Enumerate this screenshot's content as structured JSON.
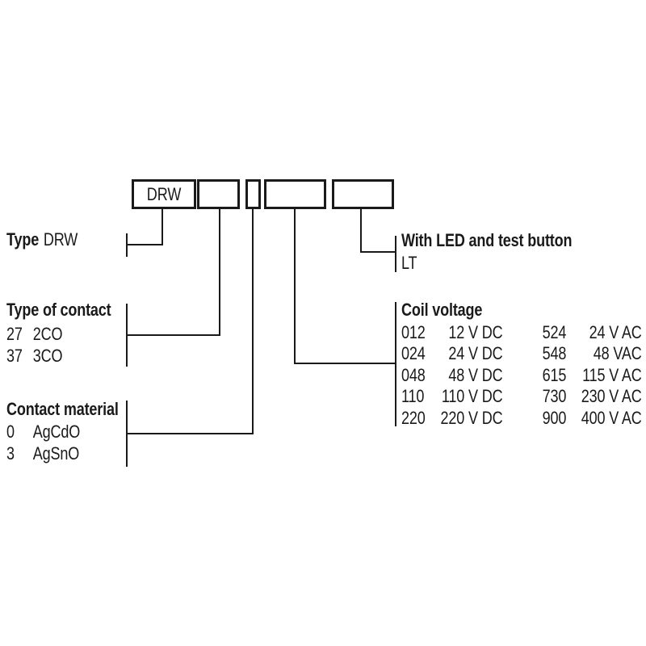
{
  "colors": {
    "ink": "#1a1a1a",
    "background": "#ffffff"
  },
  "boxes": {
    "type_box": "DRW",
    "contact_box": "",
    "material_box": "",
    "voltage_box": "",
    "led_box": ""
  },
  "type_section": {
    "heading": "Type",
    "value": "DRW"
  },
  "contact_section": {
    "heading": "Type of contact",
    "options": [
      {
        "code": "27",
        "label": "2CO"
      },
      {
        "code": "37",
        "label": "3CO"
      }
    ]
  },
  "material_section": {
    "heading": "Contact material",
    "options": [
      {
        "code": "0",
        "label": "AgCdO"
      },
      {
        "code": "3",
        "label": "AgSnO"
      }
    ]
  },
  "led_section": {
    "heading": "With LED and test button",
    "code": "LT"
  },
  "coil_section": {
    "heading": "Coil voltage",
    "rows": [
      {
        "dc_code": "012",
        "dc_label": "12 V DC",
        "ac_code": "524",
        "ac_label": "24 V AC"
      },
      {
        "dc_code": "024",
        "dc_label": "24 V DC",
        "ac_code": "548",
        "ac_label": "48 VAC"
      },
      {
        "dc_code": "048",
        "dc_label": "48 V DC",
        "ac_code": "615",
        "ac_label": "115 V AC"
      },
      {
        "dc_code": "110",
        "dc_label": "110 V DC",
        "ac_code": "730",
        "ac_label": "230 V AC"
      },
      {
        "dc_code": "220",
        "dc_label": "220 V DC",
        "ac_code": "900",
        "ac_label": "400 V AC"
      }
    ]
  }
}
